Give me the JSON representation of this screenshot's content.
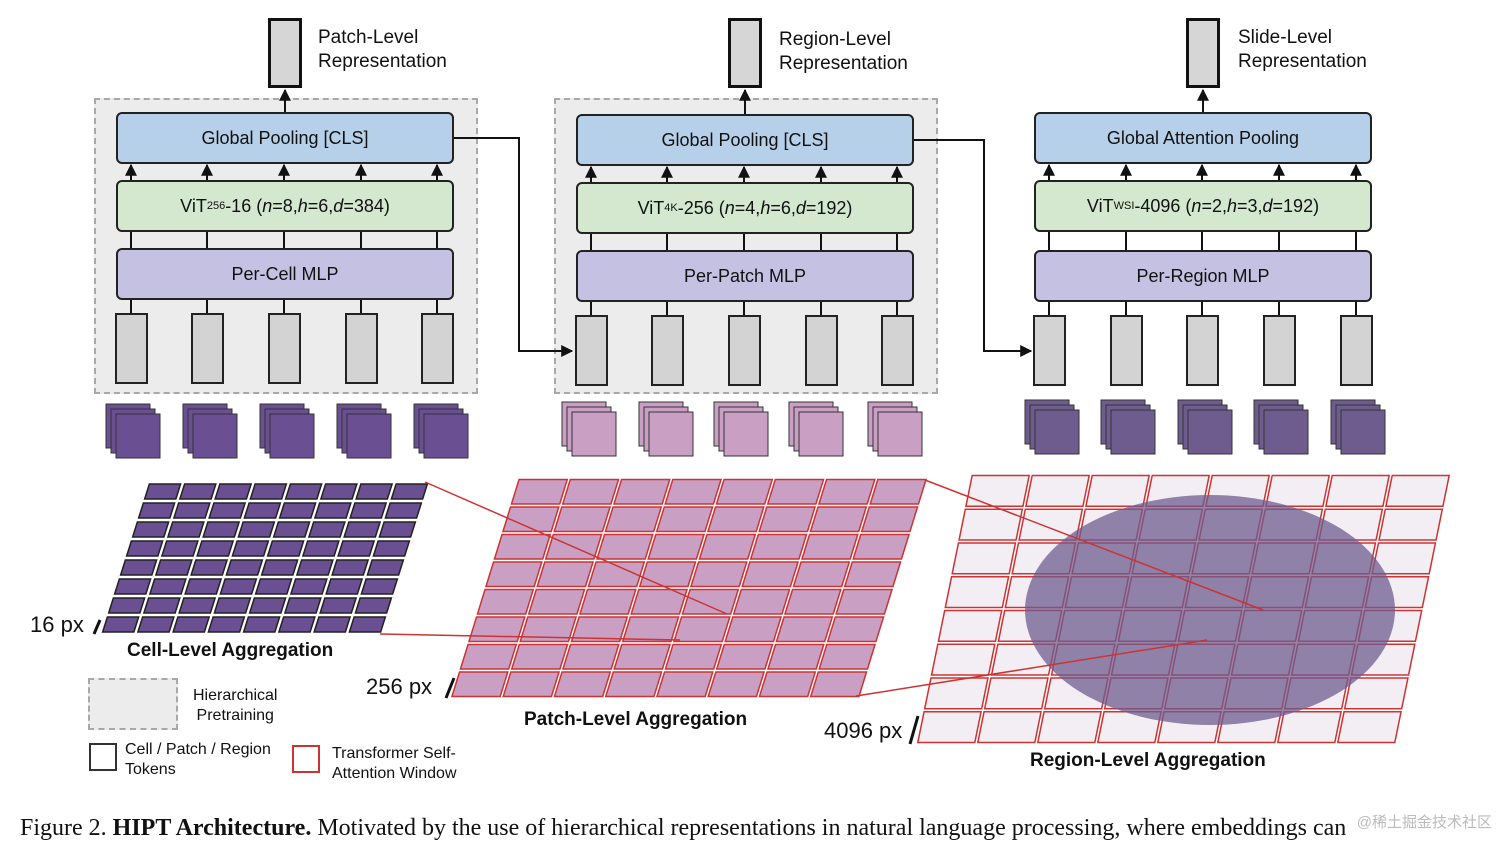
{
  "stages": [
    {
      "output_label": [
        "Patch-Level",
        "Representation"
      ],
      "pool": "Global Pooling [CLS]",
      "vit": {
        "name": "ViT",
        "sub": "256",
        "rest": "-16 (",
        "n": "n",
        "n_val": "=8, ",
        "h": "h",
        "h_val": "=6, ",
        "d": "d",
        "d_val": "=384)"
      },
      "mlp": "Per-Cell MLP",
      "aggregation": "Cell-Level Aggregation",
      "px": "16 px"
    },
    {
      "output_label": [
        "Region-Level",
        "Representation"
      ],
      "pool": "Global Pooling [CLS]",
      "vit": {
        "name": "ViT",
        "sub": "4K",
        "rest": "-256 (",
        "n": "n",
        "n_val": "=4, ",
        "h": "h",
        "h_val": "=6, ",
        "d": "d",
        "d_val": "=192)"
      },
      "mlp": "Per-Patch MLP",
      "aggregation": "Patch-Level Aggregation",
      "px": "256 px"
    },
    {
      "output_label": [
        "Slide-Level",
        "Representation"
      ],
      "pool": "Global Attention Pooling",
      "vit": {
        "name": "ViT",
        "sub": "WSI",
        "rest": "-4096 (",
        "n": "n",
        "n_val": "=2, ",
        "h": "h",
        "h_val": "=3, ",
        "d": "d",
        "d_val": "=192)"
      },
      "mlp": "Per-Region MLP",
      "aggregation": "Region-Level Aggregation",
      "px": "4096 px"
    }
  ],
  "legend": {
    "pretraining": [
      "Hierarchical",
      "Pretraining"
    ],
    "tokens": [
      "Cell / Patch / Region",
      "Tokens"
    ],
    "window": [
      "Transformer Self-",
      "Attention Window"
    ]
  },
  "caption": {
    "prefix": "Figure 2. ",
    "bold": "HIPT Architecture.",
    "text": " Motivated by the use of hierarchical representations in natural language processing, where embeddings can"
  },
  "watermark": "@稀土掘金技术社区",
  "colors": {
    "pool": "#b7d0ea",
    "vit": "#d4e8cf",
    "mlp": "#c5c1e2",
    "token": "#d3d3d3",
    "window_red": "#cc3333",
    "tissue_cell": "#6a4f93",
    "tissue_patch": "#c9a0c4",
    "tissue_region": "#6f5c8f"
  }
}
